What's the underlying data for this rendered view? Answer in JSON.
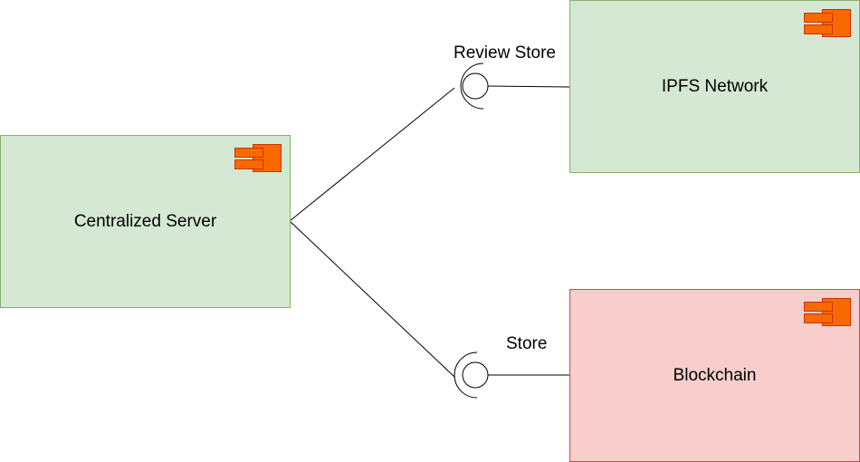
{
  "components": {
    "server": {
      "label": "Centralized Server",
      "fill": "#d5e8d4",
      "stroke": "#82b366",
      "icon": "component-icon"
    },
    "ipfs": {
      "label": "IPFS Network",
      "fill": "#d5e8d4",
      "stroke": "#82b366",
      "icon": "component-icon"
    },
    "blockchain": {
      "label": "Blockchain",
      "fill": "#f8cecc",
      "stroke": "#b85450",
      "icon": "component-icon"
    }
  },
  "interfaces": {
    "review_store": {
      "label": "Review Store"
    },
    "store": {
      "label": "Store"
    }
  },
  "colors": {
    "line": "#000000",
    "icon_fill": "#fa6800",
    "icon_stroke": "#c73500"
  }
}
